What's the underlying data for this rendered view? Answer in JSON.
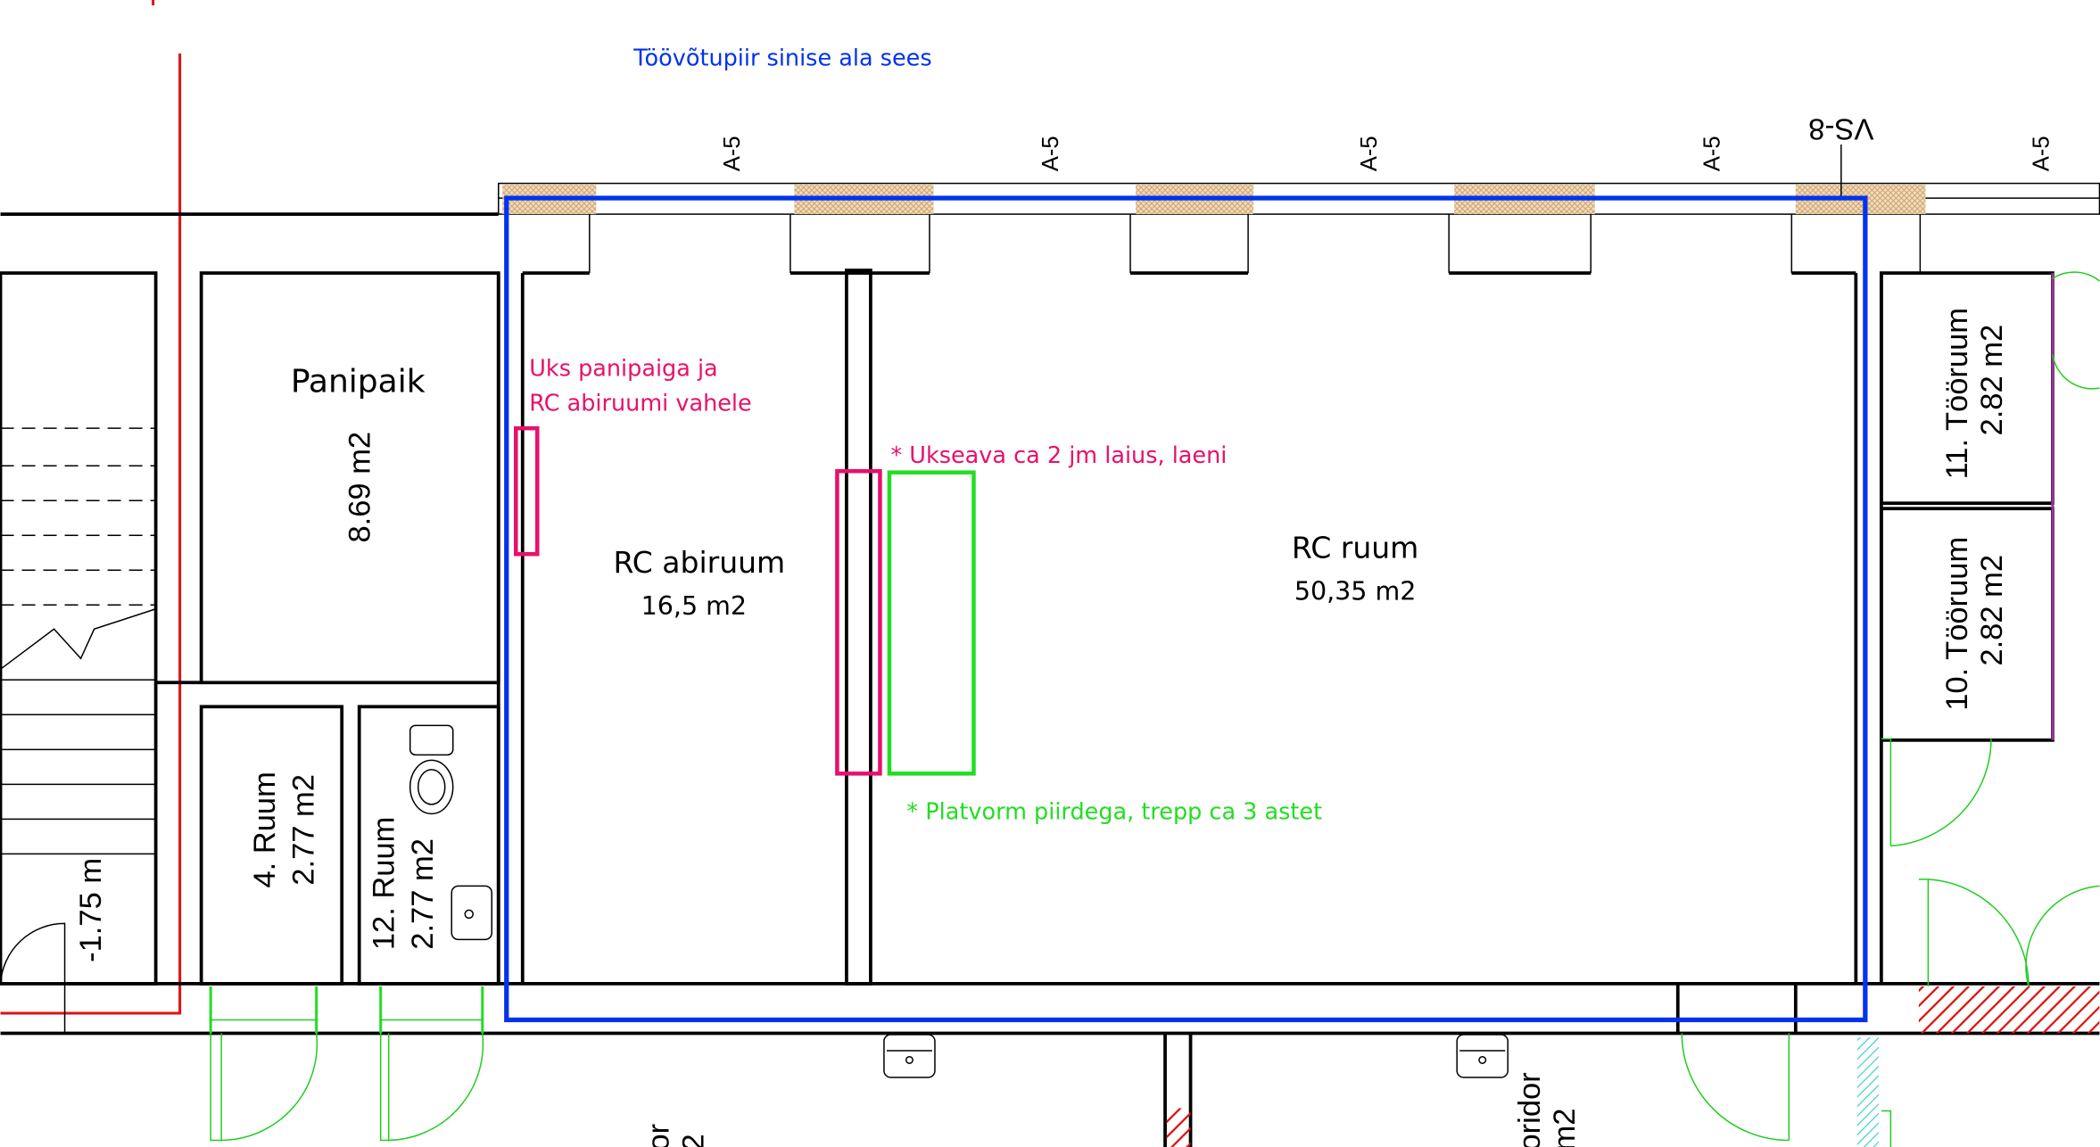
{
  "title_note": "Töövõtupiir sinise ala sees",
  "axis_labels": [
    "A-5",
    "A-5",
    "A-5",
    "A-5",
    "A-5"
  ],
  "section_mark": "VS-8",
  "rooms": {
    "panipaik": {
      "name": "Panipaik",
      "area": "8.69 m2"
    },
    "rc_abiruum": {
      "name": "RC abiruum",
      "area": "16,5 m2"
    },
    "rc_ruum": {
      "name": "RC ruum",
      "area": "50,35 m2"
    },
    "ruum4": {
      "name": "4. Ruum",
      "area": "2.77 m2"
    },
    "ruum12": {
      "name": "12. Ruum",
      "area": "2.77 m2"
    },
    "tooruum11": {
      "name": "11. Tööruum",
      "area": "2.82 m2"
    },
    "tooruum10": {
      "name": "10. Tööruum",
      "area": "2.82 m2"
    },
    "stair_level": "-1.75 m",
    "corridor_left": {
      "name": "or",
      "area": "2"
    },
    "corridor_right": {
      "name": "oridor",
      "area": "m2"
    }
  },
  "annotations": {
    "door_note_line1": "Uks panipaiga ja",
    "door_note_line2": "RC abiruumi vahele",
    "opening_note": "* Ukseava ca 2 jm laius, laeni",
    "platform_note": "* Platvorm piirdega, trepp ca 3 astet"
  },
  "colors": {
    "boundary": "#0033ee",
    "pink": "#e8106a",
    "green": "#22dd22",
    "red": "#dd1111"
  }
}
